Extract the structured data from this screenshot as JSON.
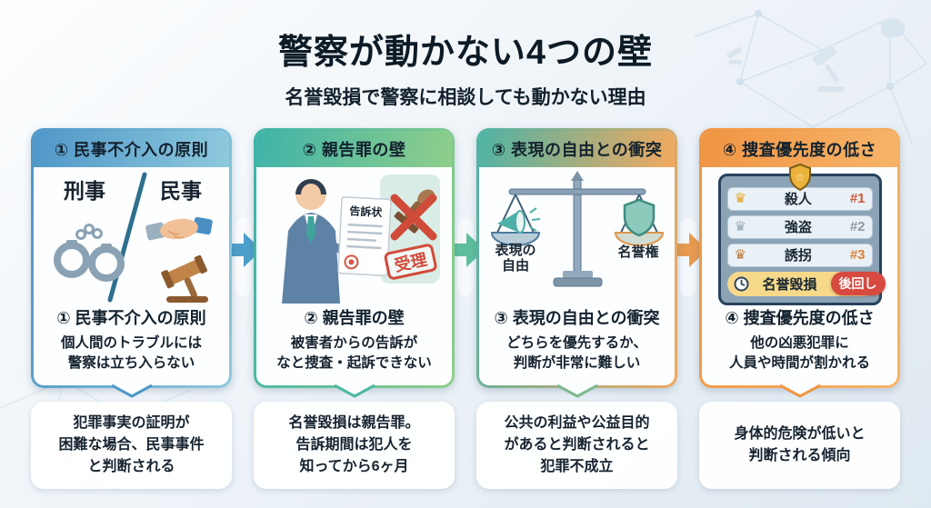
{
  "page": {
    "title": "警察が動かない4つの壁",
    "subtitle": "名誉毀損で警察に相談しても動かない理由"
  },
  "cards": [
    {
      "header": "① 民事不介入の原則",
      "heading": "① 民事不介入の原則",
      "description": "個人間のトラブルには\n警察は立ち入らない",
      "note": "犯罪事実の証明が\n困難な場合、民事事件\nと判断される",
      "illustration": {
        "left_label": "刑事",
        "right_label": "民事"
      }
    },
    {
      "header": "② 親告罪の壁",
      "heading": "② 親告罪の壁",
      "description": "被害者からの告訴が\nなと捜査・起訴できない",
      "note": "名誉毀損は親告罪。\n告訴期間は犯人を\n知ってから6ヶ月",
      "illustration": {
        "document_label": "告訴状",
        "stamp_label": "受理"
      }
    },
    {
      "header": "③ 表現の自由との衝突",
      "heading": "③ 表現の自由との衝突",
      "description": "どちらを優先するか、\n判断が非常に難しい",
      "note": "公共の利益や公益目的\nがあると判断されると\n犯罪不成立",
      "illustration": {
        "left_pan_label_line1": "表現の",
        "left_pan_label_line2": "自由",
        "right_pan_label": "名誉権"
      }
    },
    {
      "header": "④ 捜査優先度の低さ",
      "heading": "④ 捜査優先度の低さ",
      "description": "他の凶悪犯罪に\n人員や時間が割かれる",
      "note": "身体的危険が低いと\n判断される傾向",
      "illustration": {
        "rows": [
          {
            "label": "殺人",
            "rank": "#1"
          },
          {
            "label": "強盗",
            "rank": "#2"
          },
          {
            "label": "誘拐",
            "rank": "#3"
          }
        ],
        "deferred": {
          "label": "名誉毀損",
          "badge": "後回し"
        }
      }
    }
  ],
  "palette": {
    "card1_gradient": [
      "#4f97c8",
      "#8ec9dd"
    ],
    "card2_gradient": [
      "#3fb3a9",
      "#8fce8a"
    ],
    "card3_gradient": [
      "#4fb3a4",
      "#f2a95f"
    ],
    "card4_gradient": [
      "#f09543",
      "#f6b469"
    ],
    "arrow1": "#4d9fca",
    "arrow2": "#5fbf9d",
    "arrow3": "#e89a4f",
    "rank1_color": "#cf5a3c",
    "rank2_color": "#8d98a3",
    "rank3_color": "#d97f35",
    "deferred_badge_bg": "#d64a3f",
    "text_color": "#16232f"
  }
}
